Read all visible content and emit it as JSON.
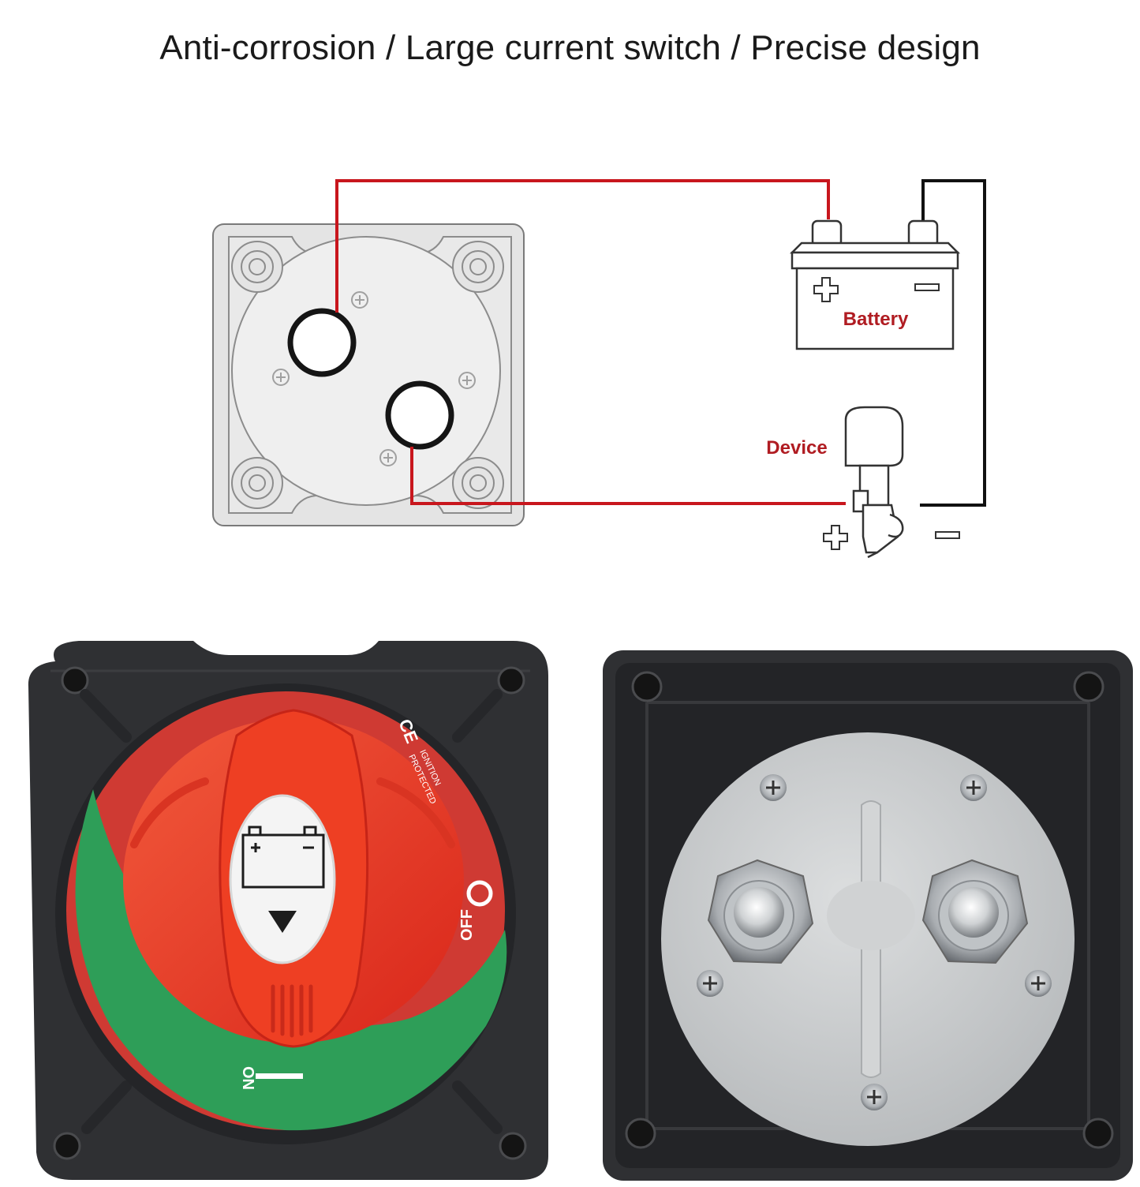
{
  "headline": "Anti-corrosion / Large current switch / Precise design",
  "diagram": {
    "battery_label": "Battery",
    "device_label": "Device",
    "plus_sign": "+",
    "minus_sign": "−"
  },
  "front_view": {
    "off_label": "OFF",
    "on_label": "ON",
    "ring_text_1": "IGNITION",
    "ring_text_2": "PROTECTED",
    "ce_mark": "CE"
  },
  "colors": {
    "wire_positive": "#c8161d",
    "wire_negative": "#111111",
    "label_red": "#b01c22",
    "housing": "#2f3033",
    "knob_red": "#e8301f",
    "ring_red": "#cf3a33",
    "ring_green": "#2e9e58",
    "plate_grey": "#c9cbcc"
  }
}
